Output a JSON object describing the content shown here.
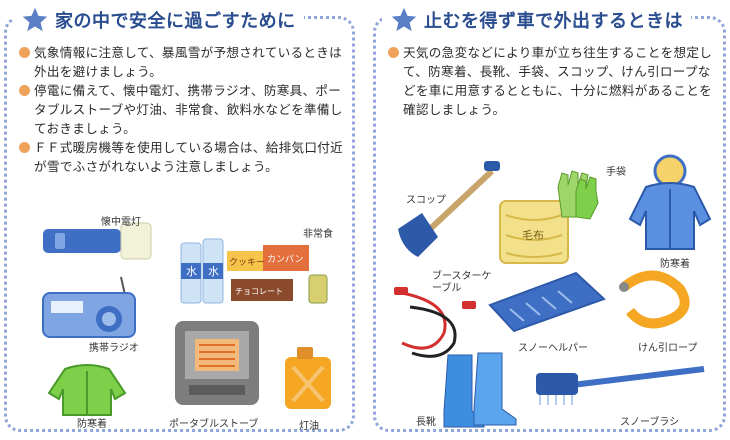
{
  "left": {
    "title": "家の中で安全に過ごすために",
    "bullets": [
      "気象情報に注意して、暴風雪が予想されているときは外出を避けましょう。",
      "停電に備えて、懐中電灯、携帯ラジオ、防寒具、ポータブルストーブや灯油、非常食、飲料水などを準備しておきましょう。",
      "ＦＦ式暖房機等を使用している場合は、給排気口付近が雪でふさがれないよう注意しましょう。"
    ],
    "labels": {
      "flashlight": "懐中電灯",
      "emergency_food": "非常食",
      "radio": "携帯ラジオ",
      "winter_jacket": "防寒着",
      "stove": "ポータブルストーブ",
      "kerosene": "灯油"
    },
    "package_text": {
      "water1": "水",
      "water2": "水",
      "cookie": "クッキー",
      "kanpan": "カンパン",
      "chocolate": "チョコレート"
    }
  },
  "right": {
    "title": "止むを得ず車で外出するときは",
    "bullets": [
      "天気の急変などにより車が立ち往生することを想定して、防寒着、長靴、手袋、スコップ、けん引ロープなどを車に用意するとともに、十分に燃料があることを確認しましょう。"
    ],
    "labels": {
      "shovel": "スコップ",
      "gloves": "手袋",
      "winter_jacket": "防寒着",
      "booster_cable": "ブースターケーブル",
      "snow_helper": "スノーヘルパー",
      "tow_rope": "けん引ロープ",
      "boots": "長靴",
      "snow_brush": "スノーブラシ"
    },
    "package_text": {
      "blanket": "毛布"
    }
  },
  "colors": {
    "title": "#2a4d8f",
    "star": "#5b7fc4",
    "border": "#8fa6d6",
    "bullet": "#f0a25a"
  }
}
